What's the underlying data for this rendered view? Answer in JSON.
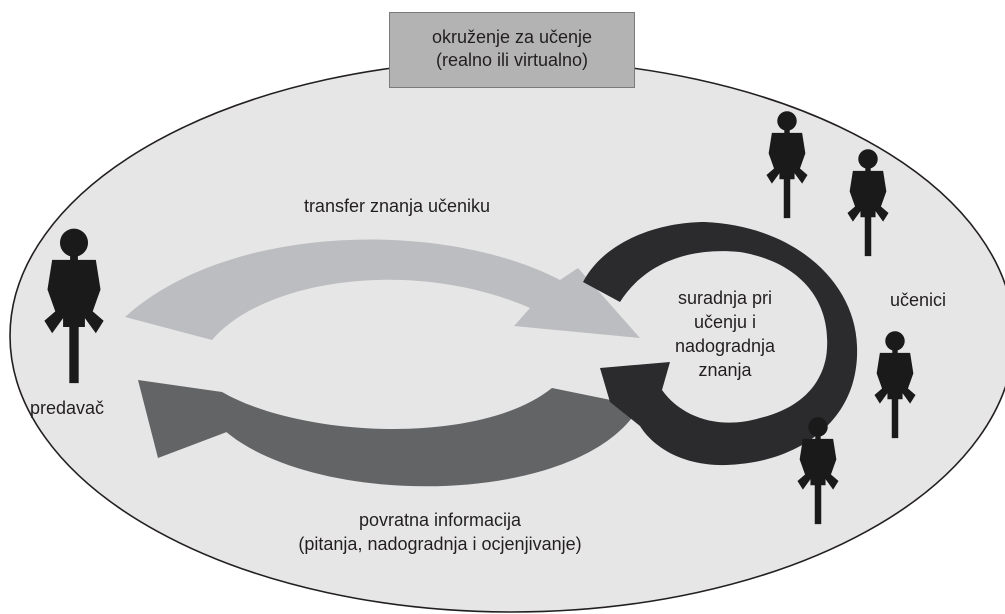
{
  "environment": {
    "line1": "okruženje za učenje",
    "line2": "(realno ili virtualno)"
  },
  "teacher_label": "predavač",
  "transfer_label": "transfer znanja učeniku",
  "feedback_label": {
    "line1": "povratna informacija",
    "line2": "(pitanja, nadogradnja i ocjenjivanje)"
  },
  "collaboration_label": {
    "line1": "suradnja pri",
    "line2": "učenju i",
    "line3": "nadogradnja",
    "line4": "znanja"
  },
  "students_label": "učenici",
  "colors": {
    "ellipse_fill": "#e6e6e6",
    "ellipse_stroke": "#231f20",
    "box_fill": "#b3b3b3",
    "transfer_arrow": "#bcbdc0",
    "feedback_arrow": "#636466",
    "cycle_arrow": "#2b2b2d",
    "person": "#1a1a1a"
  }
}
